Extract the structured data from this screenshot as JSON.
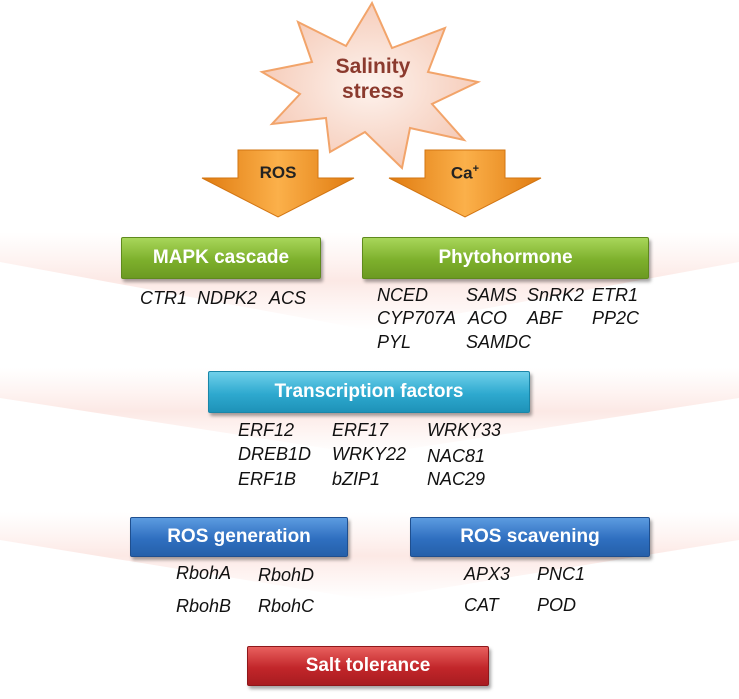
{
  "stress": {
    "line1": "Salinity",
    "line2": "stress"
  },
  "signals": {
    "ros": "ROS",
    "ca": "Ca",
    "ca_sup": "+"
  },
  "boxes": {
    "mapk": "MAPK cascade",
    "phytohormone": "Phytohormone",
    "tf": "Transcription factors",
    "ros_generation": "ROS generation",
    "ros_scavening": "ROS scavening",
    "salt_tolerance": "Salt tolerance"
  },
  "genes": {
    "mapk": [
      "CTR1",
      "NDPK2",
      "ACS"
    ],
    "phytohormone": [
      "NCED",
      "SAMS",
      "SnRK2",
      "ETR1",
      "CYP707A",
      "ACO",
      "ABF",
      "PP2C",
      "PYL",
      "SAMDC"
    ],
    "tf": [
      "ERF12",
      "ERF17",
      "WRKY33",
      "DREB1D",
      "WRKY22",
      "NAC81",
      "ERF1B",
      "bZIP1",
      "NAC29"
    ],
    "ros_generation": [
      "RbohA",
      "RbohD",
      "RbohB",
      "RbohC"
    ],
    "ros_scavening": [
      "APX3",
      "PNC1",
      "CAT",
      "POD"
    ]
  },
  "colors": {
    "burst_fill": "#f8d9cc",
    "burst_stroke": "#f2a46a",
    "arrow_orange": "#f7941d",
    "band_pink": "#fbe3df"
  }
}
